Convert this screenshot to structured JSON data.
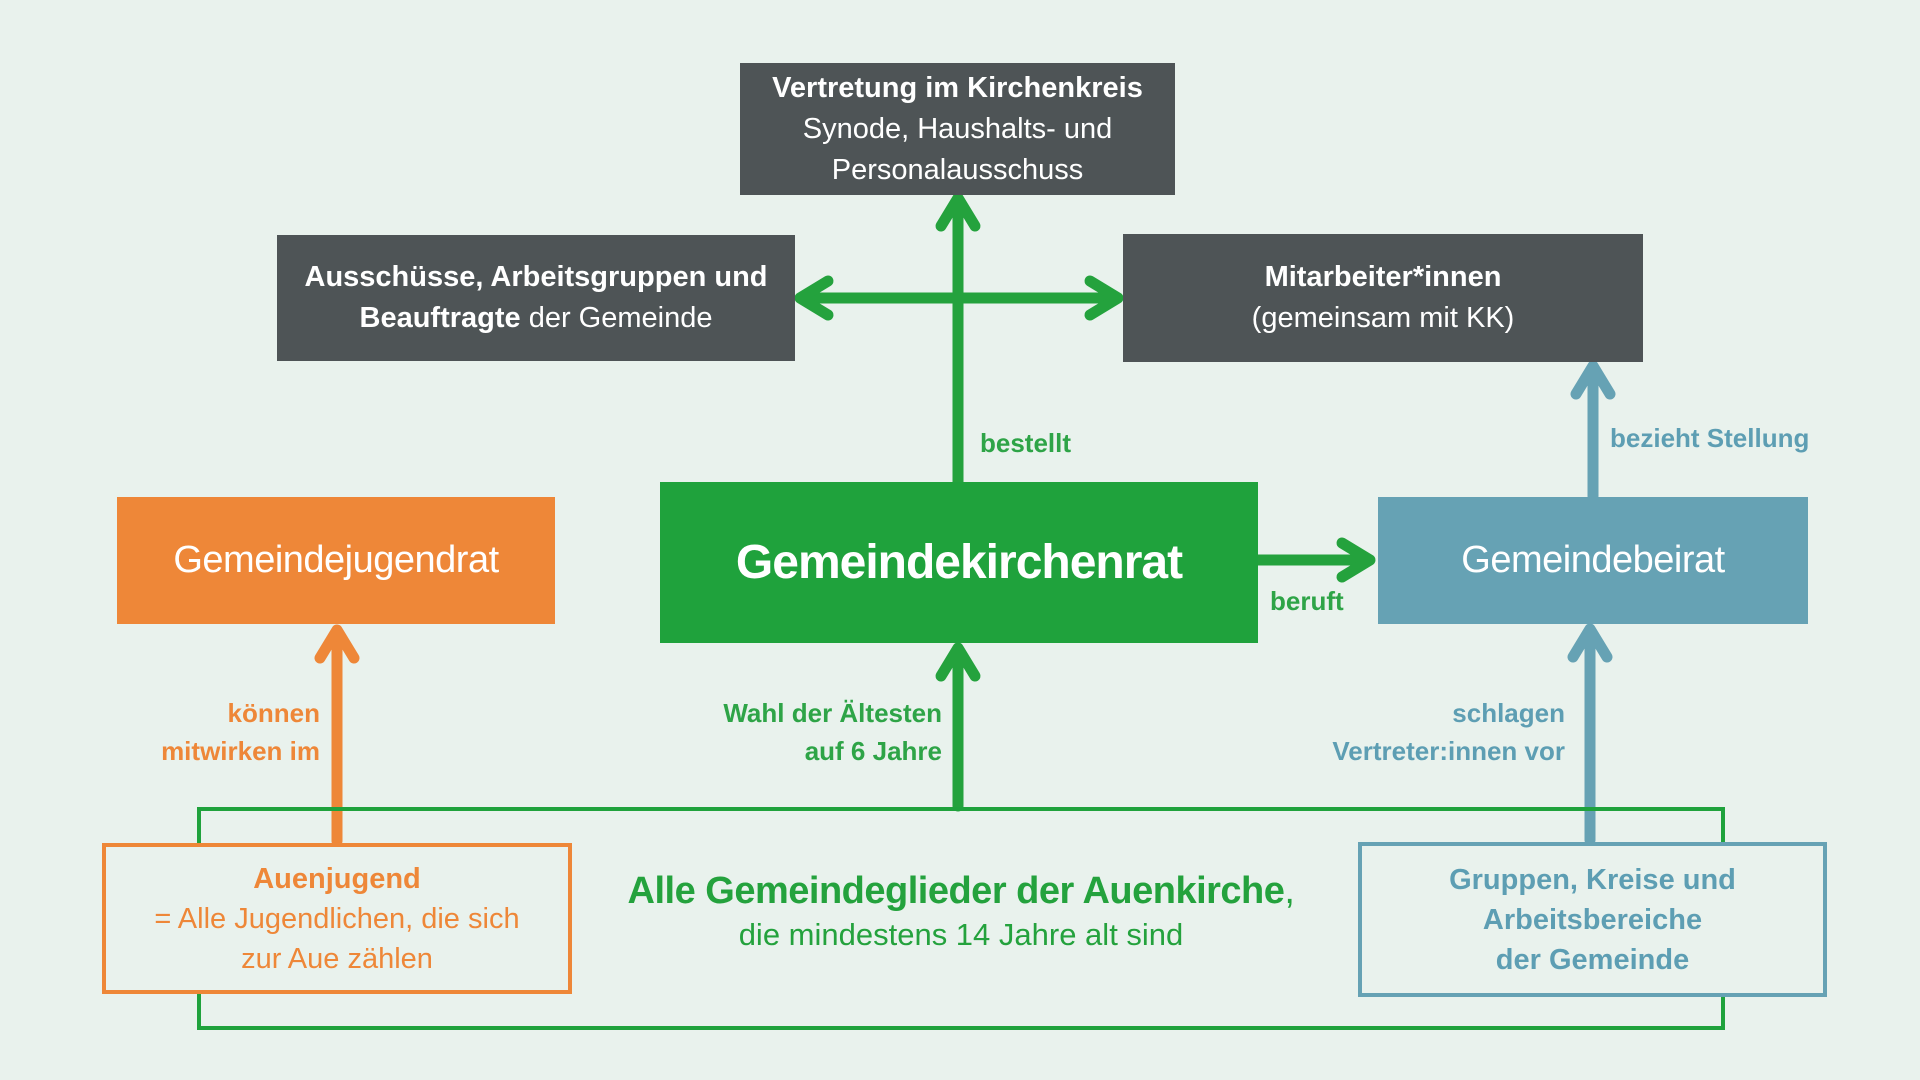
{
  "diagram_title": "Gemeindekirchenrat structure diagram",
  "colors": {
    "background": "#e9f2ed",
    "green": "#1fa23c",
    "dark_slate": "#4e5456",
    "orange": "#ee8738",
    "blue": "#66a2b4",
    "white": "#ffffff"
  },
  "boxes": {
    "kirchenkreis": {
      "line1": "Vertretung im Kirchenkreis",
      "line2": "Synode, Haushalts- und",
      "line3": "Personalausschuss"
    },
    "ausschuesse": {
      "line1_bold": "Ausschüsse, Arbeitsgruppen und",
      "line2_bold": "Beauftragte",
      "line2_regular": " der Gemeinde"
    },
    "mitarbeiter": {
      "line1": "Mitarbeiter*innen",
      "line2": "(gemeinsam mit KK)"
    },
    "gemeindekirchenrat": {
      "label": "Gemeindekirchenrat"
    },
    "gemeindejugendrat": {
      "label": "Gemeindejugendrat"
    },
    "gemeindebeirat": {
      "label": "Gemeindebeirat"
    },
    "gemeindeglieder": {
      "line1_bold": "Alle Gemeindeglieder der Auenkirche",
      "line1_comma": ",",
      "line2": "die mindestens 14 Jahre alt sind"
    },
    "auenjugend": {
      "title": "Auenjugend",
      "line2": "= Alle Jugendlichen, die sich",
      "line3": "zur Aue zählen"
    },
    "gruppen": {
      "line1": "Gruppen, Kreise und",
      "line2": "Arbeitsbereiche",
      "line3": "der Gemeinde"
    }
  },
  "edge_labels": {
    "bestellt": "bestellt",
    "beruft": "beruft",
    "bezieht_stellung": "bezieht Stellung",
    "wahl_line1": "Wahl der Ältesten",
    "wahl_line2": "auf 6 Jahre",
    "koennen_line1": "können",
    "koennen_line2": "mitwirken im",
    "schlagen_line1": "schlagen",
    "schlagen_line2": "Vertreter:innen vor"
  }
}
